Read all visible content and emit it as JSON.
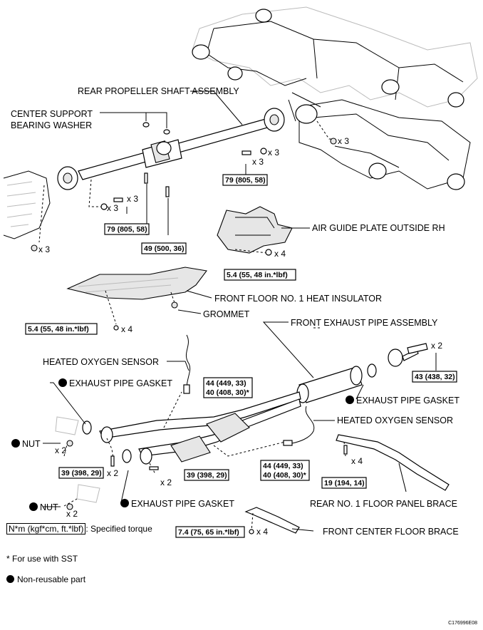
{
  "labels": {
    "rear_propeller_shaft": "REAR PROPELLER SHAFT ASSEMBLY",
    "center_support_1": "CENTER SUPPORT",
    "center_support_2": "BEARING WASHER",
    "air_guide_plate": "AIR GUIDE PLATE OUTSIDE RH",
    "heat_insulator": "FRONT FLOOR NO. 1 HEAT INSULATOR",
    "grommet": "GROMMET",
    "front_exhaust_pipe": "FRONT EXHAUST PIPE ASSEMBLY",
    "heated_o2_sensor_1": "HEATED OXYGEN SENSOR",
    "exhaust_gasket_1": "EXHAUST PIPE GASKET",
    "exhaust_gasket_2": "EXHAUST PIPE GASKET",
    "heated_o2_sensor_2": "HEATED OXYGEN SENSOR",
    "nut_1": "NUT",
    "nut_2": "NUT",
    "exhaust_gasket_3": "EXHAUST PIPE GASKET",
    "floor_panel_brace": "REAR NO. 1 FLOOR PANEL BRACE",
    "center_floor_brace": "FRONT CENTER FLOOR BRACE"
  },
  "torques": {
    "t79a": "79 (805, 58)",
    "t79b": "79 (805, 58)",
    "t49": "49 (500, 36)",
    "t54a": "5.4 (55, 48 in.*lbf)",
    "t54b": "5.4 (55, 48 in.*lbf)",
    "t43": "43 (438, 32)",
    "t44a_1": "44 (449, 33)",
    "t44a_2": "40 (408, 30)*",
    "t44b_1": "44 (449, 33)",
    "t44b_2": "40 (408, 30)*",
    "t39a": "39 (398, 29)",
    "t39b": "39 (398, 29)",
    "t19": "19 (194, 14)",
    "t74": "7.4 (75, 65 in.*lbf)"
  },
  "quantities": {
    "q_rear_nut": "x 3",
    "q_bolt_upper": "x 3",
    "q_washer_upper": "x 3",
    "q_bolt_front": "x 3",
    "q_washer_front": "x 3",
    "q_nut_left": "x 3",
    "q_air_guide": "x 4",
    "q_heat_ins": "x 4",
    "q_spring_bolt": "x 2",
    "q_nut1": "x 2",
    "q_stud": "x 2",
    "q_bolt_b": "x 2",
    "q_nut2": "x 2",
    "q_brace_bolt": "x 4",
    "q_center_brace": "x 4"
  },
  "legend": {
    "torque_box": "N*m (kgf*cm, ft.*lbf)",
    "torque_text": ": Specified torque",
    "sst_note": "* For use with SST",
    "non_reusable": "Non-reusable part"
  },
  "figure_code": "C176996E08"
}
